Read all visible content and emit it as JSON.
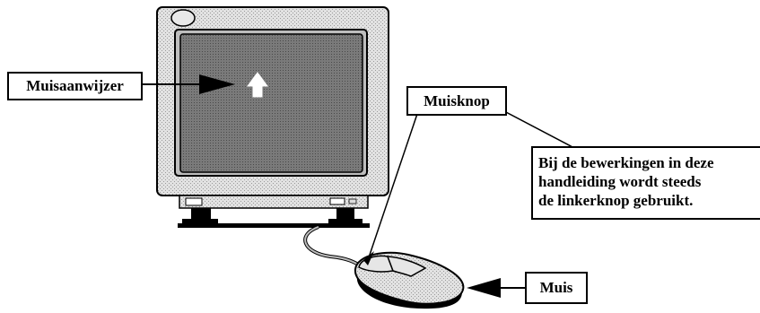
{
  "labels": {
    "pointer": "Muisaanwijzer",
    "button": "Muisknop",
    "mouse": "Muis",
    "note_lines": [
      "Bij de bewerkingen in deze",
      "handleiding wordt steeds",
      "de linkerknop gebruikt."
    ]
  },
  "icons": {
    "screen_cursor": "up-arrow-cursor-icon",
    "monitor": "crt-monitor-icon",
    "mouse": "computer-mouse-icon"
  },
  "colors": {
    "stroke": "#000000",
    "screen": "#6e6e6e",
    "bezel": "#d0d0d0",
    "background": "#ffffff"
  }
}
